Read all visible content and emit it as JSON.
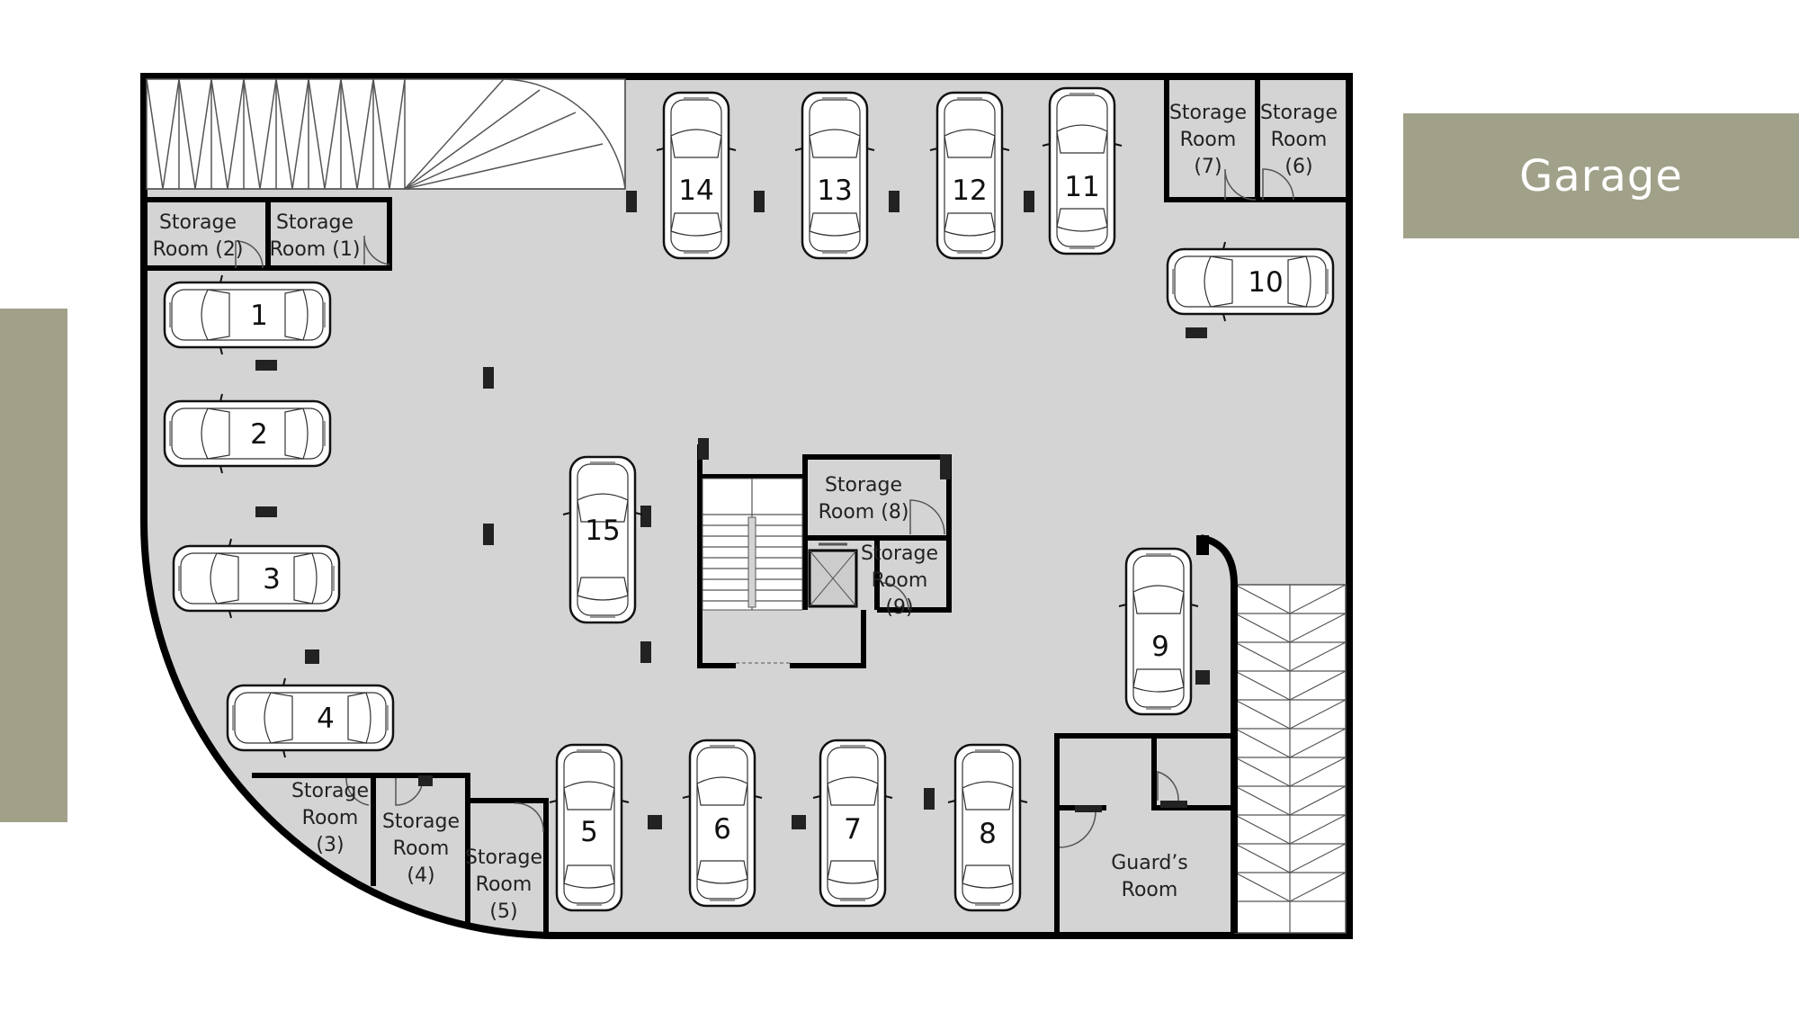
{
  "page": {
    "title": "Garage",
    "accent_color": "#a1a18a",
    "floor_color": "#d4d4d4",
    "wall_color": "#000000"
  },
  "rooms": [
    {
      "id": "storage-7",
      "lines": [
        "Storage",
        "Room",
        "(7)"
      ]
    },
    {
      "id": "storage-6",
      "lines": [
        "Storage",
        "Room",
        "(6)"
      ]
    },
    {
      "id": "storage-2",
      "lines": [
        "Storage",
        "Room (2)"
      ]
    },
    {
      "id": "storage-1",
      "lines": [
        "Storage",
        "Room (1)"
      ]
    },
    {
      "id": "storage-8",
      "lines": [
        "Storage",
        "Room (8)"
      ]
    },
    {
      "id": "storage-9",
      "lines": [
        "Storage",
        "Room",
        "(9)"
      ]
    },
    {
      "id": "storage-3",
      "lines": [
        "Storage",
        "Room",
        "(3)"
      ]
    },
    {
      "id": "storage-4",
      "lines": [
        "Storage",
        "Room",
        "(4)"
      ]
    },
    {
      "id": "storage-5",
      "lines": [
        "Storage",
        "Room",
        "(5)"
      ]
    },
    {
      "id": "guards-room",
      "lines": [
        "Guard’s",
        "Room"
      ]
    }
  ],
  "parking_spaces": [
    {
      "number": "1",
      "orientation": "horizontal"
    },
    {
      "number": "2",
      "orientation": "horizontal"
    },
    {
      "number": "3",
      "orientation": "horizontal"
    },
    {
      "number": "4",
      "orientation": "horizontal"
    },
    {
      "number": "5",
      "orientation": "vertical"
    },
    {
      "number": "6",
      "orientation": "vertical"
    },
    {
      "number": "7",
      "orientation": "vertical"
    },
    {
      "number": "8",
      "orientation": "vertical"
    },
    {
      "number": "9",
      "orientation": "vertical"
    },
    {
      "number": "10",
      "orientation": "horizontal"
    },
    {
      "number": "11",
      "orientation": "vertical"
    },
    {
      "number": "12",
      "orientation": "vertical"
    },
    {
      "number": "13",
      "orientation": "vertical"
    },
    {
      "number": "14",
      "orientation": "vertical"
    },
    {
      "number": "15",
      "orientation": "vertical"
    }
  ]
}
